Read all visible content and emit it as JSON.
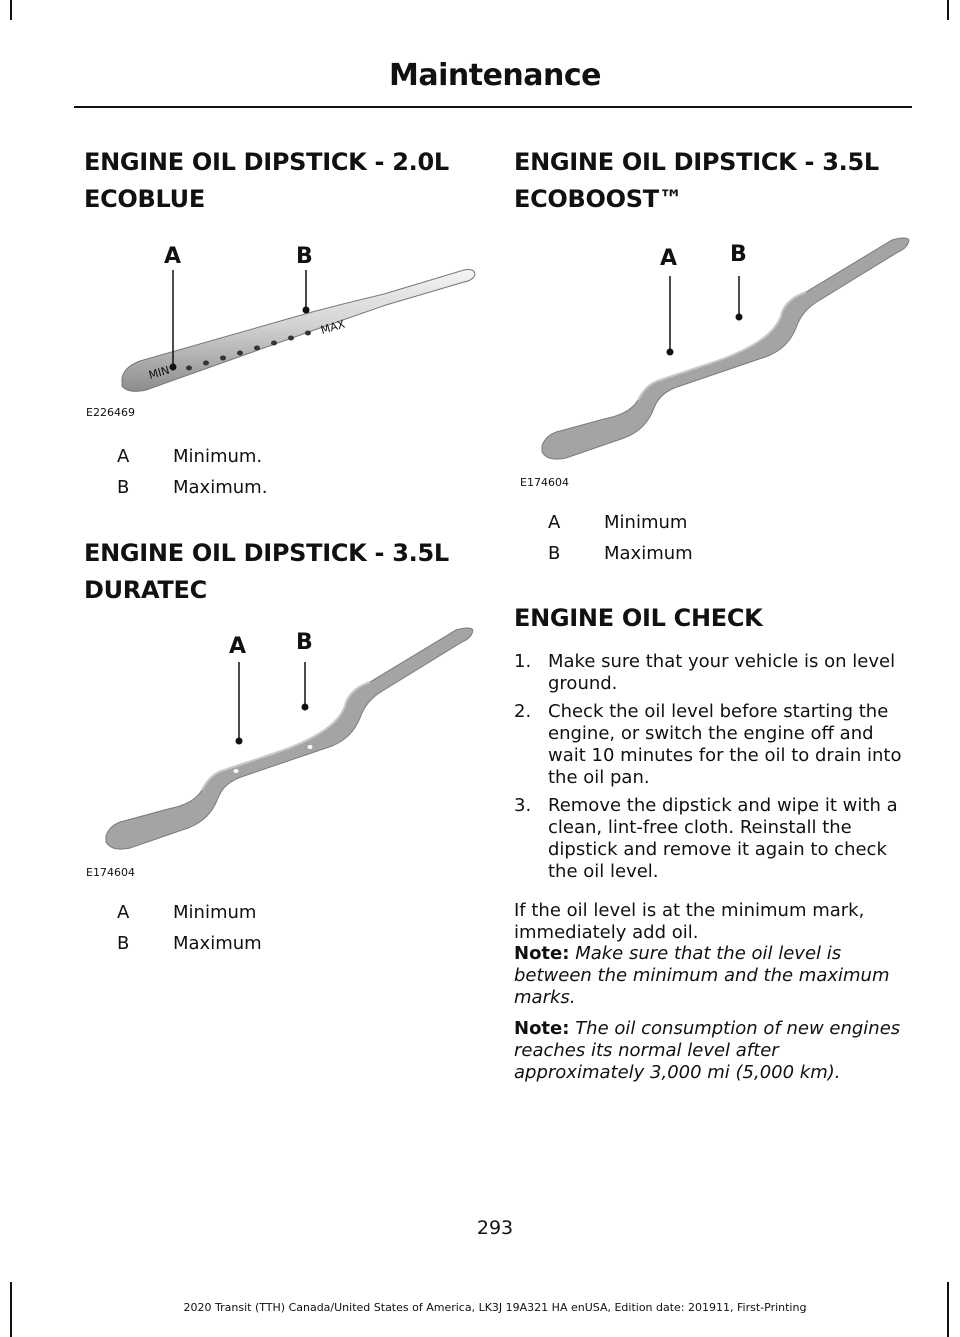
{
  "header": {
    "title": "Maintenance"
  },
  "sections": {
    "ecoblue": {
      "title_line1": "ENGINE OIL DIPSTICK - 2.0L",
      "title_line2": "ECOBLUE",
      "figure_code": "E226469",
      "callout_a": "A",
      "callout_b": "B",
      "dipstick_marks": {
        "min": "MIN",
        "max": "MAX"
      },
      "legend": [
        {
          "key": "A",
          "value": "Minimum."
        },
        {
          "key": "B",
          "value": "Maximum."
        }
      ]
    },
    "duratec": {
      "title_line1": "ENGINE OIL DIPSTICK - 3.5L",
      "title_line2": "DURATEC",
      "figure_code": "E174604",
      "callout_a": "A",
      "callout_b": "B",
      "legend": [
        {
          "key": "A",
          "value": "Minimum"
        },
        {
          "key": "B",
          "value": "Maximum"
        }
      ]
    },
    "ecoboost": {
      "title_line1": "ENGINE OIL DIPSTICK - 3.5L",
      "title_line2": "ECOBOOST™",
      "figure_code": "E174604",
      "callout_a": "A",
      "callout_b": "B",
      "legend": [
        {
          "key": "A",
          "value": "Minimum"
        },
        {
          "key": "B",
          "value": "Maximum"
        }
      ]
    },
    "oil_check": {
      "title": "ENGINE OIL CHECK",
      "steps": [
        {
          "num": "1.",
          "text": "Make sure that your vehicle is on level ground."
        },
        {
          "num": "2.",
          "text": "Check the oil level before starting the engine, or switch the engine off and wait 10 minutes for the oil to drain into the oil pan."
        },
        {
          "num": "3.",
          "text": "Remove the dipstick and wipe it with a clean, lint-free cloth.  Reinstall the dipstick and remove it again to check the oil level."
        }
      ],
      "paragraph": "If the oil level is at the minimum mark, immediately add oil.",
      "notes": [
        {
          "label": "Note:",
          "text": "Make sure that the oil level is between the minimum and the maximum marks."
        },
        {
          "label": "Note:",
          "text": "The oil consumption of new engines reaches its normal level after approximately 3,000 mi (5,000 km)."
        }
      ]
    }
  },
  "footer": {
    "page_number": "293",
    "edition": "2020 Transit (TTH) Canada/United States of America, LK3J 19A321 HA enUSA, Edition date: 201911, First-Printing"
  }
}
